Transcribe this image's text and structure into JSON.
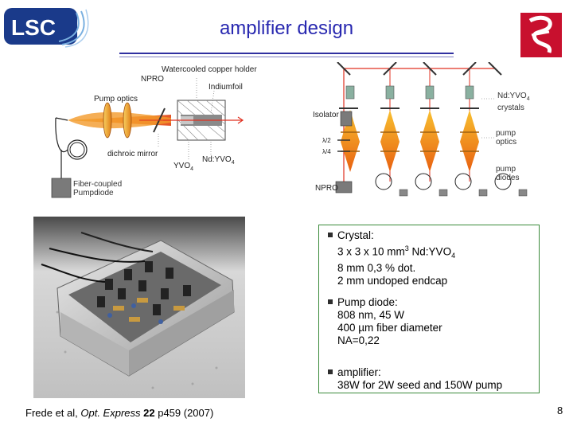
{
  "header": {
    "title": "amplifier design",
    "logo_text": "LSC"
  },
  "left_diagram": {
    "labels": {
      "npro": "NPRO",
      "holder": "Watercooled copper holder",
      "indium": "Indiumfoil",
      "pump_optics": "Pump optics",
      "dichroic": "dichroic mirror",
      "yvo4": "YVO",
      "ndyvo4": "Nd:YVO",
      "sub4": "4",
      "fiber_line1": "Fiber-coupled",
      "fiber_line2": "Pumpdiode"
    }
  },
  "right_diagram": {
    "labels": {
      "isolator": "Isolator",
      "half_wave": "λ/2",
      "quarter_wave": "λ/4",
      "npro": "NPRO",
      "ndyvo_line1": "Nd:YVO",
      "ndyvo_sub": "4",
      "ndyvo_line2": "crystals",
      "pump_line1": "pump",
      "pump_line2": "optics",
      "diodes_line1": "pump",
      "diodes_line2": "diodes"
    }
  },
  "specs": {
    "crystal": {
      "heading": "Crystal:",
      "line1_pre": "3 x 3 x 10 mm",
      "line1_sup": "3",
      "line1_post": " Nd:YVO",
      "line1_sub": "4",
      "line2": "8 mm 0,3 % dot.",
      "line3": "2 mm undoped endcap"
    },
    "pump_diode": {
      "heading": "Pump diode:",
      "line1": "808 nm,  45 W",
      "line2": "400 µm fiber diameter",
      "line3": "NA=0,22"
    },
    "amplifier": {
      "heading": "amplifier:",
      "line1": "38W for 2W seed and 150W pump"
    }
  },
  "footer": {
    "citation_pre": "Frede et al, ",
    "citation_journal": "Opt. Express",
    "citation_mid": " ",
    "citation_volume": "22",
    "citation_post": " p459 (2007)",
    "page_number": "8"
  },
  "colors": {
    "title": "#2828b0",
    "box_border": "#3a8a3a",
    "beam": "#e03020",
    "lens_orange": "#f0a020",
    "logo_red": "#c8102e",
    "logo_blue": "#1a3a8a"
  }
}
